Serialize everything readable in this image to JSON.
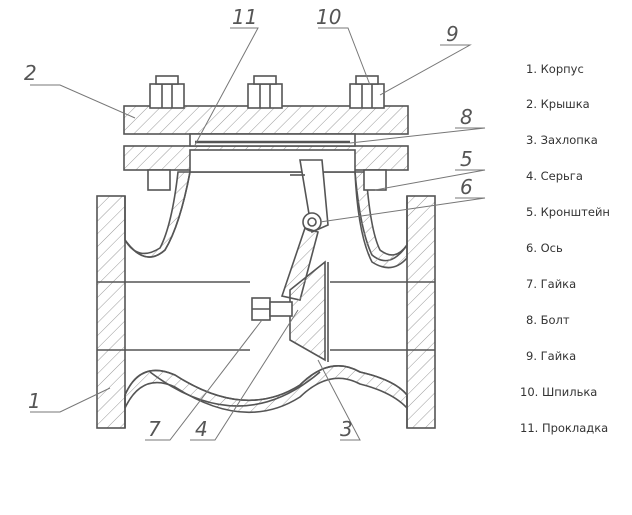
{
  "callouts": [
    "1",
    "2",
    "3",
    "4",
    "5",
    "6",
    "7",
    "8",
    "9",
    "10",
    "11"
  ],
  "legend": [
    "1. Корпус",
    "2. Крышка",
    "3. Захлопка",
    "4. Серьга",
    "5. Кронштейн",
    "6. Ось",
    "7. Гайка",
    "8. Болт",
    "9. Гайка",
    "10. Шпилька",
    "11. Прокладка"
  ],
  "colors": {
    "line": "#555555",
    "hatch": "#9a9a9a",
    "text": "#333333"
  }
}
